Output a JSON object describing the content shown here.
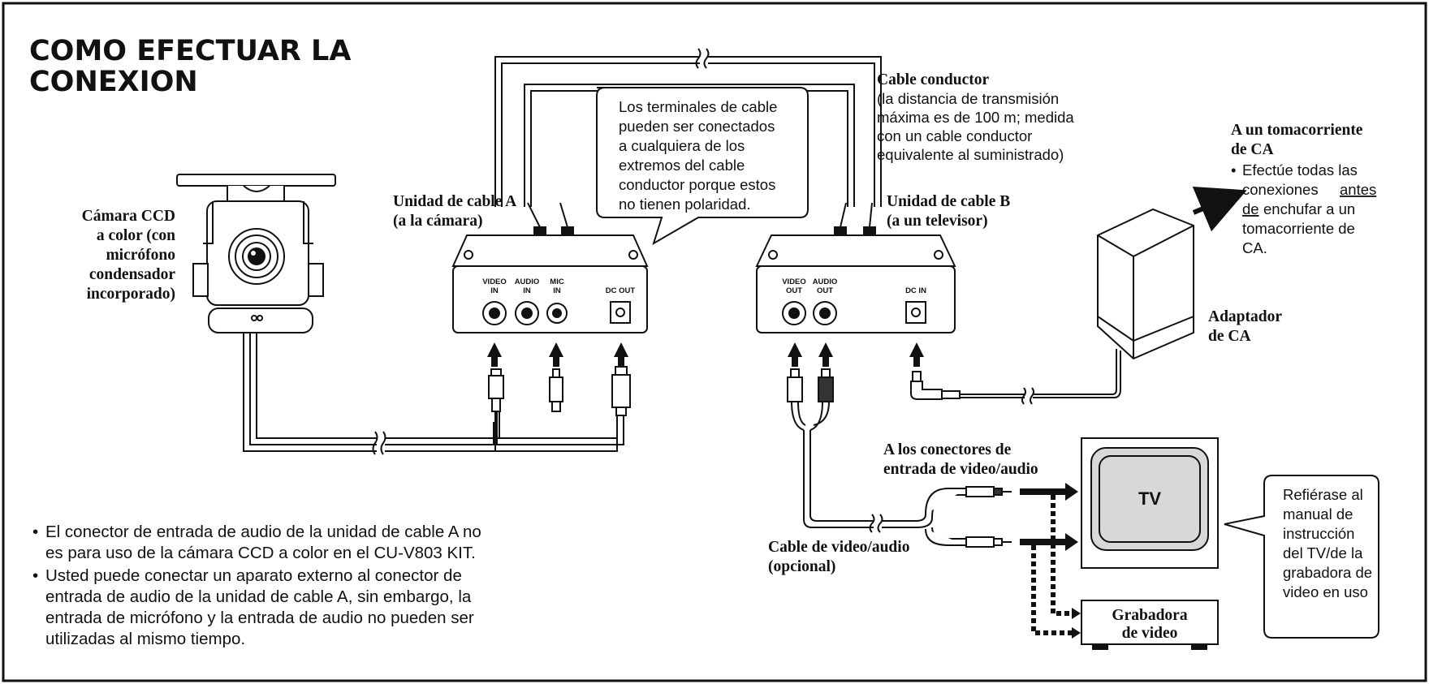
{
  "title": {
    "line1": "COMO EFECTUAR LA",
    "line2": "CONEXION"
  },
  "camera": {
    "label": [
      "Cámara CCD",
      "a color (con",
      "micrófono",
      "condensador",
      "incorporado)"
    ]
  },
  "unit_a": {
    "label": [
      "Unidad de cable A",
      "(a la cámara)"
    ],
    "ports": {
      "video": [
        "VIDEO",
        "IN"
      ],
      "audio": [
        "AUDIO",
        "IN"
      ],
      "mic": [
        "MIC",
        "IN"
      ],
      "dc": "DC OUT"
    }
  },
  "unit_b": {
    "label": [
      "Unidad de cable B",
      "(a un televisor)"
    ],
    "ports": {
      "video": [
        "VIDEO",
        "OUT"
      ],
      "audio": [
        "AUDIO",
        "OUT"
      ],
      "dc": "DC IN"
    }
  },
  "callout_terminals": [
    "Los terminales de cable",
    "pueden ser conectados",
    "a cualquiera de los",
    "extremos del cable",
    "conductor porque estos",
    "no tienen polaridad."
  ],
  "conductor": {
    "title": "Cable conductor",
    "lines": [
      "(la distancia de transmisión",
      "máxima es de 100 m; medida",
      "con un cable conductor",
      "equivalente al suministrado)"
    ]
  },
  "outlet": {
    "title": [
      "A un tomacorriente",
      "de CA"
    ],
    "bullet": "•",
    "lines": [
      "Efectúe todas las",
      "conexiones",
      "antes",
      "de",
      "enchufar a un",
      "tomacorriente de",
      "CA."
    ]
  },
  "adapter": {
    "label": [
      "Adaptador",
      "de CA"
    ]
  },
  "inputs_label": [
    "A los conectores de",
    "entrada de video/audio"
  ],
  "av_cable": {
    "label": [
      "Cable de video/audio",
      "(opcional)"
    ]
  },
  "tv": {
    "label": "TV"
  },
  "recorder": {
    "label": [
      "Grabadora",
      "de video"
    ]
  },
  "callout_manual": [
    "Refiérase al",
    "manual de",
    "instrucción",
    "del TV/de la",
    "grabadora de",
    "video en uso"
  ],
  "notes": [
    [
      "El conector de entrada de audio de la unidad de cable A no",
      "es para uso de la cámara CCD a color en el CU-V803 KIT."
    ],
    [
      "Usted puede conectar un aparato externo al conector de",
      "entrada de audio de la unidad de cable A, sin embargo, la",
      "entrada de micrófono y la entrada de audio no pueden ser",
      "utilizadas al mismo tiempo."
    ]
  ]
}
